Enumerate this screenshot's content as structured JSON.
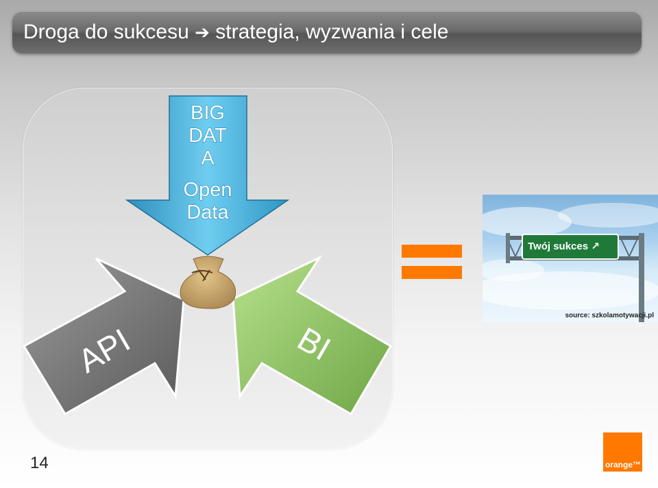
{
  "header": {
    "title_left": "Droga do sukcesu",
    "title_arrow_icon": "right-arrow-icon",
    "title_right": "strategia, wyzwania i cele"
  },
  "diagram": {
    "top_arrow_line1": "BIG",
    "top_arrow_line2": "DAT",
    "top_arrow_line3": "A",
    "top_arrow_line4": "Open",
    "top_arrow_line5": "Data",
    "left_arrow_label": "API",
    "right_arrow_label": "BI",
    "center_icon": "money-bag-icon",
    "colors": {
      "top_arrow": "#4fb6dc",
      "left_arrow": "#7b7b7b",
      "right_arrow": "#8fc46a",
      "bag": "#c9a46a"
    }
  },
  "equals_sign": {
    "color": "#ff7900"
  },
  "photo": {
    "sign_text": "Twój sukces",
    "sign_icon": "arrow-up-right-icon",
    "source": "source: szkolamotywacji.pl"
  },
  "page_number": "14",
  "logo": {
    "text": "orange™",
    "color": "#ff7900"
  }
}
